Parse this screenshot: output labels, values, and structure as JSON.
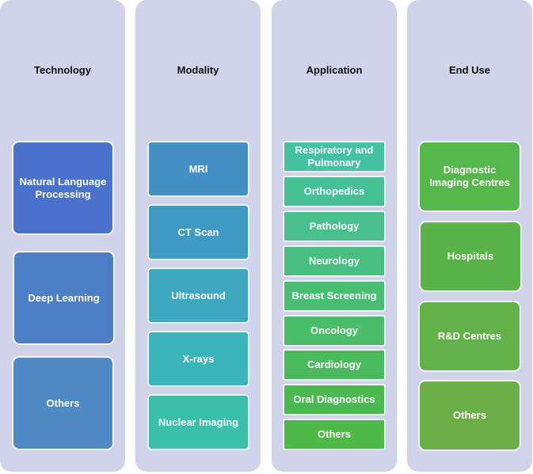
{
  "columns": [
    {
      "title": "Technology",
      "items": [
        "Natural Language Processing",
        "Deep Learning",
        "Others"
      ]
    },
    {
      "title": "Modality",
      "items": [
        "MRI",
        "CT Scan",
        "Ultrasound",
        "X-rays",
        "Nuclear Imaging"
      ]
    },
    {
      "title": "Application",
      "items": [
        "Respiratory and Pulmonary",
        "Orthopedics",
        "Pathology",
        "Neurology",
        "Breast Screening",
        "Oncology",
        "Cardiology",
        "Oral Diagnostics",
        "Others"
      ]
    },
    {
      "title": "End Use",
      "items": [
        "Diagnostic Imaging Centres",
        "Hospitals",
        "R&D Centres",
        "Others"
      ]
    }
  ],
  "colors": {
    "panel": "#d0d3ea",
    "technology": [
      "#4a72cc",
      "#4b7fc6",
      "#4f8ac4"
    ],
    "modality": [
      "#4490c4",
      "#3f9bc3",
      "#3da8bf",
      "#3ab5b9",
      "#3cbfaa"
    ],
    "application": [
      "#44c2a1",
      "#45c195",
      "#47c08b",
      "#48bf80",
      "#48be73",
      "#49bd67",
      "#4abb5c",
      "#4bba51",
      "#4dba48"
    ],
    "end_use": [
      "#55b84a",
      "#5ab44a",
      "#62b24a",
      "#6baf46"
    ]
  }
}
